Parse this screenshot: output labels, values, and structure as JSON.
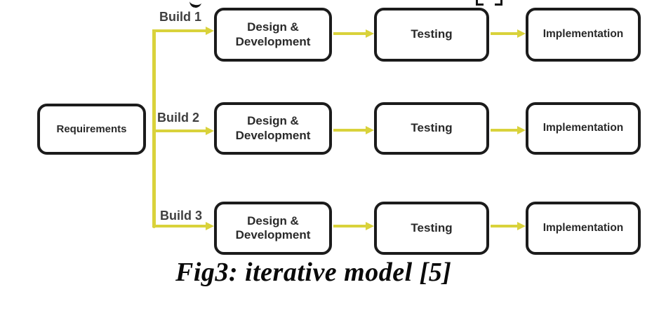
{
  "figure": {
    "caption": "Fig3: iterative model [5]",
    "requirements": {
      "label": "Requirements"
    },
    "builds": [
      {
        "label": "Build 1",
        "stages": {
          "design": "Design & Development",
          "testing": "Testing",
          "implementation": "Implementation"
        }
      },
      {
        "label": "Build 2",
        "stages": {
          "design": "Design & Development",
          "testing": "Testing",
          "implementation": "Implementation"
        }
      },
      {
        "label": "Build 3",
        "stages": {
          "design": "Design & Development",
          "testing": "Testing",
          "implementation": "Implementation"
        }
      }
    ],
    "colors": {
      "connector_yellow": "#d9d23b",
      "box_border": "#1b1b1b",
      "box_text": "#2a2a2a",
      "build_label_text": "#3f3f3f",
      "caption_text": "#0a0a0a"
    },
    "top_edge_fragments": {
      "note": "partially cut-off glyphs of a text line above the figure",
      "items": [
        "descender-hook",
        "bracket-feet"
      ]
    }
  }
}
